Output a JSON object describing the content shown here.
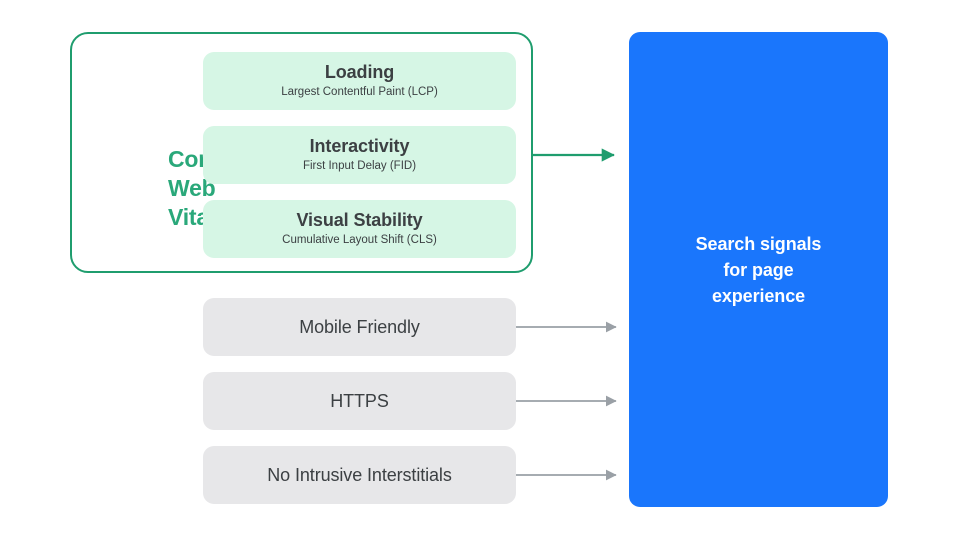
{
  "colors": {
    "green_accent": "#2aa87a",
    "green_border": "#1f9d6e",
    "green_chip_bg": "#d6f6e5",
    "gray_box_bg": "#e7e7e9",
    "gray_arrow": "#9aa0a6",
    "blue_panel": "#1a76fc",
    "text_dark": "#3c4043",
    "text_white": "#ffffff",
    "page_bg": "#ffffff"
  },
  "core_web_vitals": {
    "group_label": "Core\nWeb\nVitals",
    "group_label_lines": [
      "Core",
      "Web",
      "Vitals"
    ],
    "metrics": [
      {
        "title": "Loading",
        "subtitle": "Largest Contentful Paint (LCP)"
      },
      {
        "title": "Interactivity",
        "subtitle": "First Input Delay (FID)"
      },
      {
        "title": "Visual Stability",
        "subtitle": "Cumulative Layout Shift (CLS)"
      }
    ]
  },
  "other_signals": [
    {
      "label": "Mobile Friendly"
    },
    {
      "label": "HTTPS"
    },
    {
      "label": "No Intrusive Interstitials"
    }
  ],
  "result_panel": {
    "text": "Search signals\nfor page\nexperience"
  },
  "arrows": [
    {
      "name": "arrow-core-web-vitals",
      "color": "#1f9d6e"
    },
    {
      "name": "arrow-mobile-friendly",
      "color": "#9aa0a6"
    },
    {
      "name": "arrow-https",
      "color": "#9aa0a6"
    },
    {
      "name": "arrow-no-intrusive-interstitials",
      "color": "#9aa0a6"
    }
  ]
}
